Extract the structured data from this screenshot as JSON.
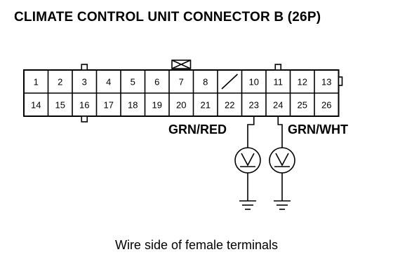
{
  "title": "CLIMATE CONTROL UNIT CONNECTOR B (26P)",
  "caption": "Wire side of female terminals",
  "connector": {
    "top_row": [
      "1",
      "2",
      "3",
      "4",
      "5",
      "6",
      "7",
      "8",
      "",
      "10",
      "11",
      "12",
      "13"
    ],
    "bottom_row": [
      "14",
      "15",
      "16",
      "17",
      "18",
      "19",
      "20",
      "21",
      "22",
      "23",
      "24",
      "25",
      "26"
    ],
    "blank_terminal": "9"
  },
  "probes": [
    {
      "label": "GRN/RED",
      "terminal": "23"
    },
    {
      "label": "GRN/WHT",
      "terminal": "24"
    }
  ],
  "meter_symbol": "V",
  "colors": {
    "line": "#000000",
    "background": "#ffffff"
  }
}
